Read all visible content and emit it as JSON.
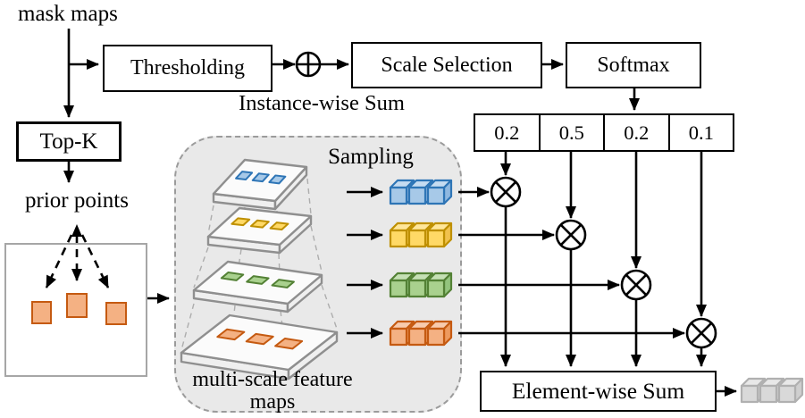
{
  "labels": {
    "mask_maps": "mask maps",
    "thresholding": "Thresholding",
    "instance_wise_sum": "Instance-wise Sum",
    "scale_selection": "Scale Selection",
    "softmax": "Softmax",
    "top_k": "Top-K",
    "prior_points": "prior points",
    "sampling": "Sampling",
    "multi_scale_line1": "multi-scale feature",
    "multi_scale_line2": "maps",
    "element_wise_sum": "Element-wise Sum"
  },
  "softmax_weights": [
    "0.2",
    "0.5",
    "0.2",
    "0.1"
  ],
  "operators": {
    "instance_sum_icon": "circled-plus",
    "multiply_icon": "circled-times"
  },
  "palette": {
    "rows": [
      {
        "name": "blue",
        "front": "#a7c9e8",
        "top": "#c6dcf1",
        "side": "#8fb8e0",
        "stroke": "#2e75b6"
      },
      {
        "name": "yellow",
        "front": "#ffd966",
        "top": "#ffe699",
        "side": "#f0c24d",
        "stroke": "#bf9000"
      },
      {
        "name": "green",
        "front": "#a9d18e",
        "top": "#c5e0b4",
        "side": "#93c47d",
        "stroke": "#538135"
      },
      {
        "name": "orange",
        "front": "#f4b183",
        "top": "#f8cbad",
        "side": "#ed9a5f",
        "stroke": "#c55a11"
      }
    ],
    "output_cubes": {
      "name": "gray",
      "front": "#d9d9d9",
      "top": "#e8e8e8",
      "side": "#cfcfcf",
      "stroke": "#b0b0b0"
    },
    "prior_square_fill": "#f4b183",
    "prior_square_stroke": "#c55a11",
    "container_fill": "#e9e9e9",
    "container_border": "#9b9b9b",
    "slab_top": "#fbfbfb",
    "slab_side": "#efefef",
    "slab_stroke": "#8f8f8f"
  }
}
